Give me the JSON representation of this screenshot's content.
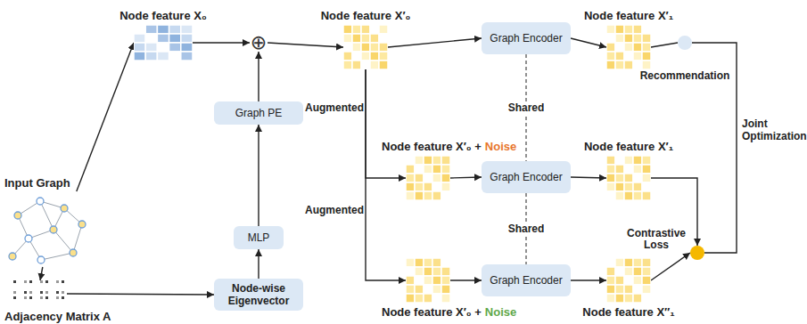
{
  "diagram": {
    "nodes": [
      {
        "text": [
          "Input Graph"
        ]
      },
      {
        "text": [
          "Node feature X₀"
        ]
      },
      {
        "text": [
          "Adjacency Matrix A"
        ]
      },
      {
        "text": [
          "Node-wise Eigenvector"
        ]
      },
      {
        "text": [
          "MLP"
        ]
      },
      {
        "text": [
          "Graph PE"
        ]
      },
      {
        "text": [
          "⊕"
        ]
      },
      {
        "text": [
          "Node feature X′₀"
        ]
      },
      {
        "text": [
          "Graph Encoder"
        ]
      },
      {
        "text": [
          "Node feature X′₁"
        ]
      },
      {
        "text": [
          "Recommendation"
        ]
      },
      {
        "text": [
          "Node feature X′₀ +",
          "Noise"
        ]
      },
      {
        "text": [
          "Graph Encoder"
        ]
      },
      {
        "text": [
          "Node feature X′₁"
        ]
      },
      {
        "text": [
          "Node feature X′₀ +",
          "Noise"
        ]
      },
      {
        "text": [
          "Graph Encoder"
        ]
      },
      {
        "text": [
          "Node feature X″₁"
        ]
      },
      {
        "text": [
          "Contrastive Loss"
        ]
      }
    ],
    "edges": [
      {
        "from": 0,
        "to": 1,
        "arrow": "to"
      },
      {
        "from": 0,
        "to": 2,
        "arrow": "to"
      },
      {
        "from": 2,
        "to": 3,
        "arrow": "to"
      },
      {
        "from": 3,
        "to": 4,
        "arrow": "to"
      },
      {
        "from": 4,
        "to": 5,
        "arrow": "to"
      },
      {
        "from": 5,
        "to": 6,
        "arrow": "to"
      },
      {
        "from": 1,
        "to": 6,
        "arrow": "to"
      },
      {
        "from": 6,
        "to": 7,
        "arrow": "to"
      },
      {
        "from": 7,
        "to": 8,
        "arrow": "to"
      },
      {
        "from": 8,
        "to": 9,
        "arrow": "to"
      },
      {
        "from": 9,
        "to": 10,
        "arrow": "none"
      },
      {
        "from": 7,
        "to": 11,
        "arrow": "to"
      },
      {
        "from": 7,
        "to": 14,
        "arrow": "to"
      },
      {
        "from": 11,
        "to": 12,
        "arrow": "to"
      },
      {
        "from": 12,
        "to": 13,
        "arrow": "to"
      },
      {
        "from": 14,
        "to": 15,
        "arrow": "to"
      },
      {
        "from": 15,
        "to": 16,
        "arrow": "to"
      },
      {
        "from": 13,
        "to": 17,
        "arrow": "to"
      },
      {
        "from": 16,
        "to": 17,
        "arrow": "to"
      },
      {
        "from": 17,
        "to": 10,
        "arrow": "none"
      },
      {
        "from": 8,
        "to": 12,
        "label": "Shared",
        "arrow": "none"
      },
      {
        "from": 12,
        "to": 15,
        "label": "Shared",
        "arrow": "none"
      }
    ],
    "labels": [
      "Augmented",
      "Augmented",
      "Joint Optimization"
    ]
  }
}
